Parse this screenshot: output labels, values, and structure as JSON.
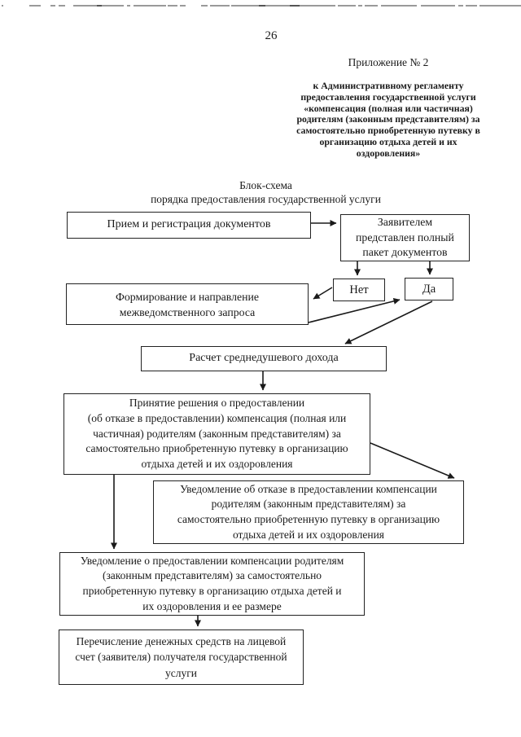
{
  "page": {
    "number": "26",
    "appendix_title": "Приложение № 2",
    "appendix_subtitle": "к Административному регламенту\nпредоставления государственной услуги\n«компенсация (полная или частичная)\nродителям (законным представителям) за\nсамостоятельно приобретенную путевку в\nорганизацию отдыха детей и их\nоздоровления»",
    "scheme_title": "Блок-схема\nпорядка предоставления государственной  услуги"
  },
  "flowchart": {
    "boxes": {
      "reception": "Прием и регистрация документов",
      "package": "Заявителем\nпредставлен полный\nпакет документов",
      "no": "Нет",
      "yes": "Да",
      "request": "Формирование и направление\nмежведомственного запроса",
      "income": "Расчет среднедушевого дохода",
      "decision": "Принятие решения о предоставлении\n(об отказе в предоставлении) компенсация (полная или\nчастичная) родителям (законным представителям) за\nсамостоятельно приобретенную путевку в организацию\nотдыха детей и их оздоровления",
      "refusal": "Уведомление об отказе в предоставлении компенсации\nродителям (законным представителям) за\nсамостоятельно приобретенную путевку в организацию\nотдыха детей и их оздоровления",
      "grant": "Уведомление о предоставлении компенсации родителям\n(законным представителям) за самостоятельно\nприобретенную путевку в организацию отдыха детей и\nих оздоровления и ее размере",
      "transfer": "Перечисление денежных средств на лицевой\nсчет (заявителя) получателя государственной\nуслуги"
    },
    "colors": {
      "ink": "#1a1a1a",
      "border": "#222222",
      "scan_artifact": "#9a9a9a",
      "background": "#ffffff"
    }
  }
}
